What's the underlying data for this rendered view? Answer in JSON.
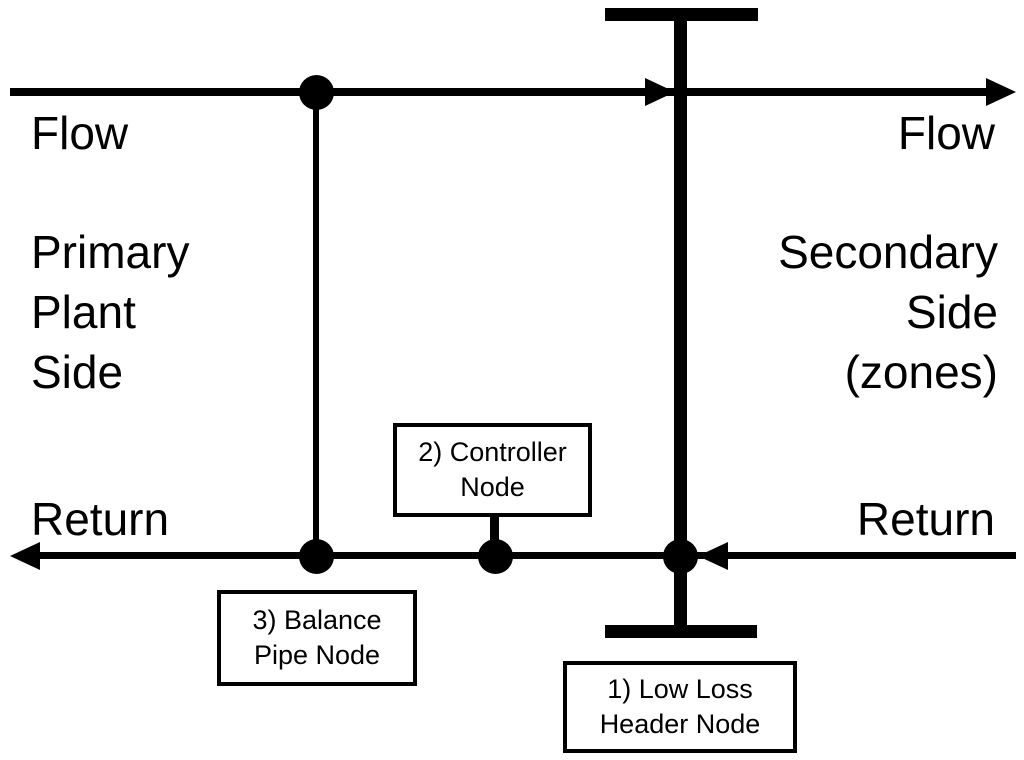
{
  "labels": {
    "flow_left": "Flow",
    "flow_right": "Flow",
    "return_left": "Return",
    "return_right": "Return",
    "primary_side": [
      "Primary",
      "Plant",
      "Side"
    ],
    "secondary_side": [
      "Secondary",
      "Side",
      "(zones)"
    ]
  },
  "boxes": {
    "low_loss_header": [
      "1) Low Loss",
      "Header Node"
    ],
    "controller": [
      "2) Controller",
      "Node"
    ],
    "balance_pipe": [
      "3) Balance",
      "Pipe Node"
    ]
  },
  "icons": {
    "flow_direction": "arrow-right",
    "return_direction": "arrow-left",
    "node_marker": "filled-circle",
    "low_loss_header_symbol": "capped-vertical-bar"
  },
  "colors": {
    "line": "#000000",
    "text": "#000000",
    "background": "#ffffff"
  }
}
